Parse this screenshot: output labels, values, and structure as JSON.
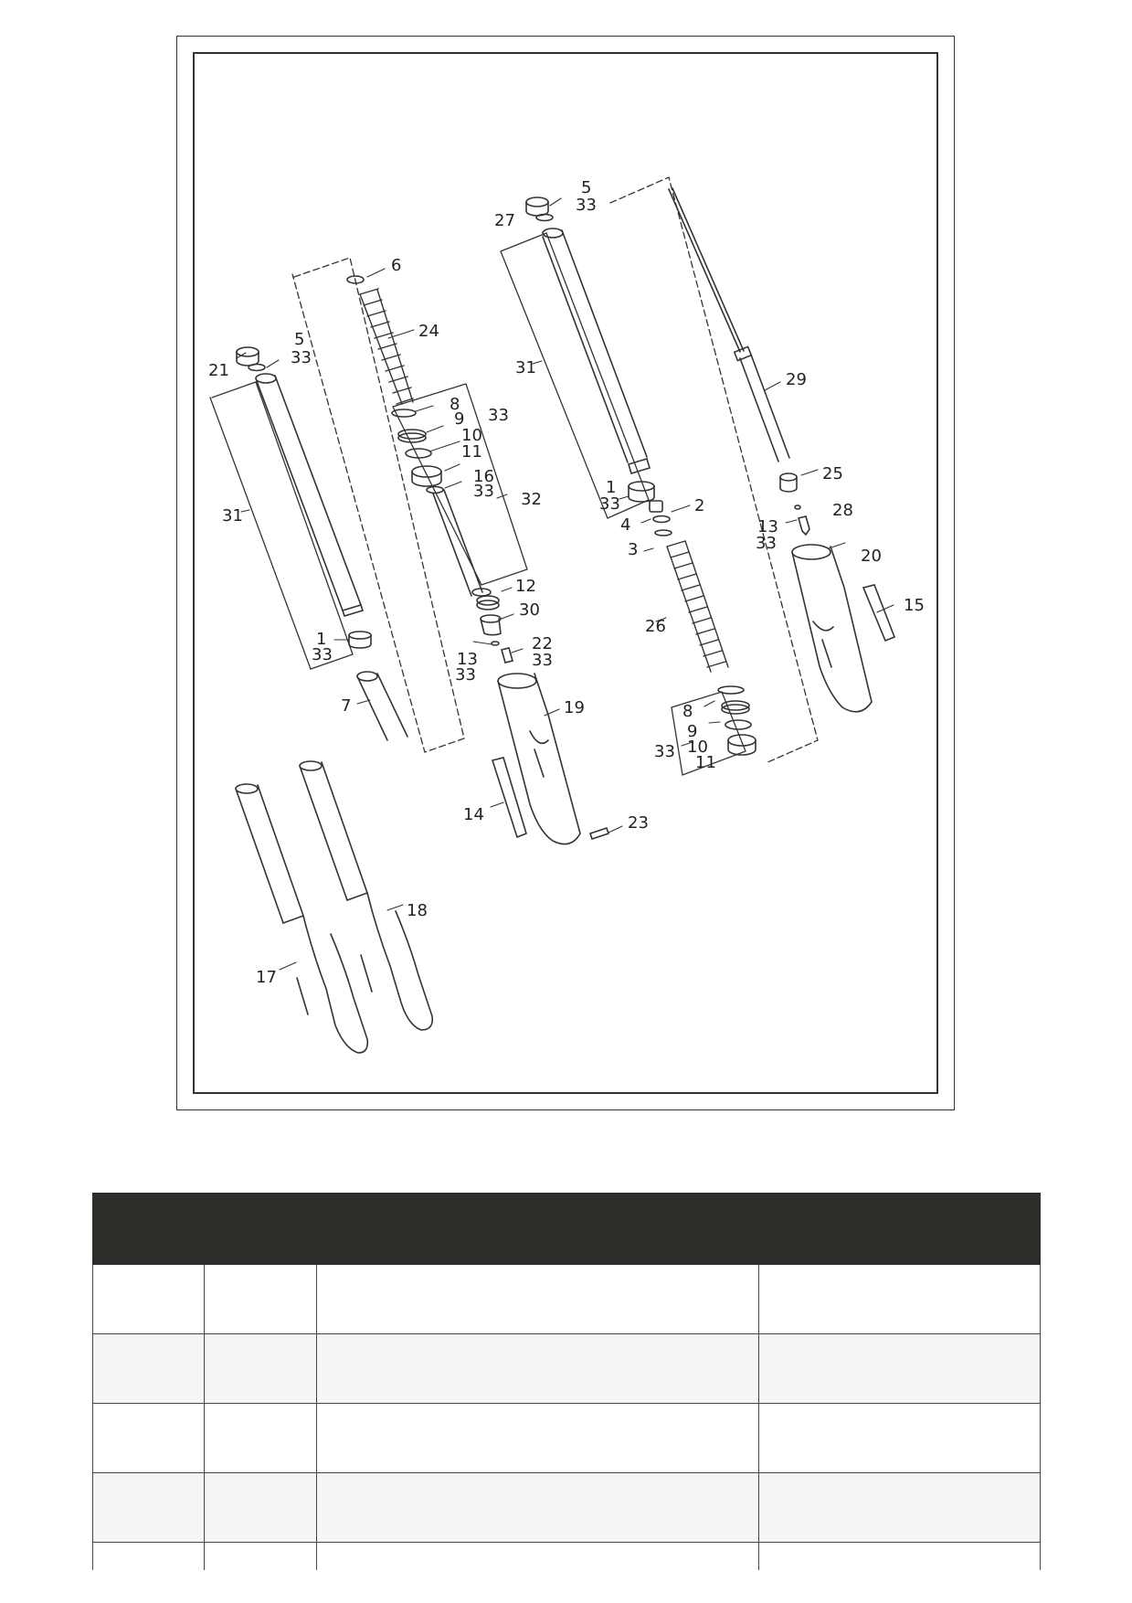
{
  "callouts": [
    {
      "id": "c27",
      "text": "27"
    },
    {
      "id": "c5a",
      "text": "5"
    },
    {
      "id": "c33a",
      "text": "33"
    },
    {
      "id": "c6",
      "text": "6"
    },
    {
      "id": "c24",
      "text": "24"
    },
    {
      "id": "c21",
      "text": "21"
    },
    {
      "id": "c5b",
      "text": "5"
    },
    {
      "id": "c33b",
      "text": "33"
    },
    {
      "id": "c31a",
      "text": "31"
    },
    {
      "id": "c29",
      "text": "29"
    },
    {
      "id": "c8a",
      "text": "8"
    },
    {
      "id": "c9a",
      "text": "9"
    },
    {
      "id": "c33c",
      "text": "33"
    },
    {
      "id": "c10a",
      "text": "10"
    },
    {
      "id": "c11a",
      "text": "11"
    },
    {
      "id": "c16",
      "text": "16"
    },
    {
      "id": "c33d",
      "text": "33"
    },
    {
      "id": "c32",
      "text": "32"
    },
    {
      "id": "c1a",
      "text": "1"
    },
    {
      "id": "c33e",
      "text": "33"
    },
    {
      "id": "c25",
      "text": "25"
    },
    {
      "id": "c2",
      "text": "2"
    },
    {
      "id": "c4",
      "text": "4"
    },
    {
      "id": "c28",
      "text": "28"
    },
    {
      "id": "c13a",
      "text": "13"
    },
    {
      "id": "c33f",
      "text": "33"
    },
    {
      "id": "c3",
      "text": "3"
    },
    {
      "id": "c20",
      "text": "20"
    },
    {
      "id": "c31b",
      "text": "31"
    },
    {
      "id": "c12",
      "text": "12"
    },
    {
      "id": "c15",
      "text": "15"
    },
    {
      "id": "c30",
      "text": "30"
    },
    {
      "id": "c26",
      "text": "26"
    },
    {
      "id": "c1b",
      "text": "1"
    },
    {
      "id": "c33g",
      "text": "33"
    },
    {
      "id": "c22",
      "text": "22"
    },
    {
      "id": "c13b",
      "text": "13"
    },
    {
      "id": "c33h",
      "text": "33"
    },
    {
      "id": "c33i",
      "text": "33"
    },
    {
      "id": "c7",
      "text": "7"
    },
    {
      "id": "c8b",
      "text": "8"
    },
    {
      "id": "c19",
      "text": "19"
    },
    {
      "id": "c9b",
      "text": "9"
    },
    {
      "id": "c10b",
      "text": "10"
    },
    {
      "id": "c33j",
      "text": "33"
    },
    {
      "id": "c11b",
      "text": "11"
    },
    {
      "id": "c14",
      "text": "14"
    },
    {
      "id": "c23",
      "text": "23"
    },
    {
      "id": "c18",
      "text": "18"
    },
    {
      "id": "c17",
      "text": "17"
    }
  ],
  "table": {
    "header": [
      "",
      "",
      "",
      ""
    ],
    "rows": [
      [
        "",
        "",
        "",
        ""
      ],
      [
        "",
        "",
        "",
        ""
      ],
      [
        "",
        "",
        "",
        ""
      ],
      [
        "",
        "",
        "",
        ""
      ],
      [
        "",
        "",
        "",
        ""
      ]
    ]
  }
}
